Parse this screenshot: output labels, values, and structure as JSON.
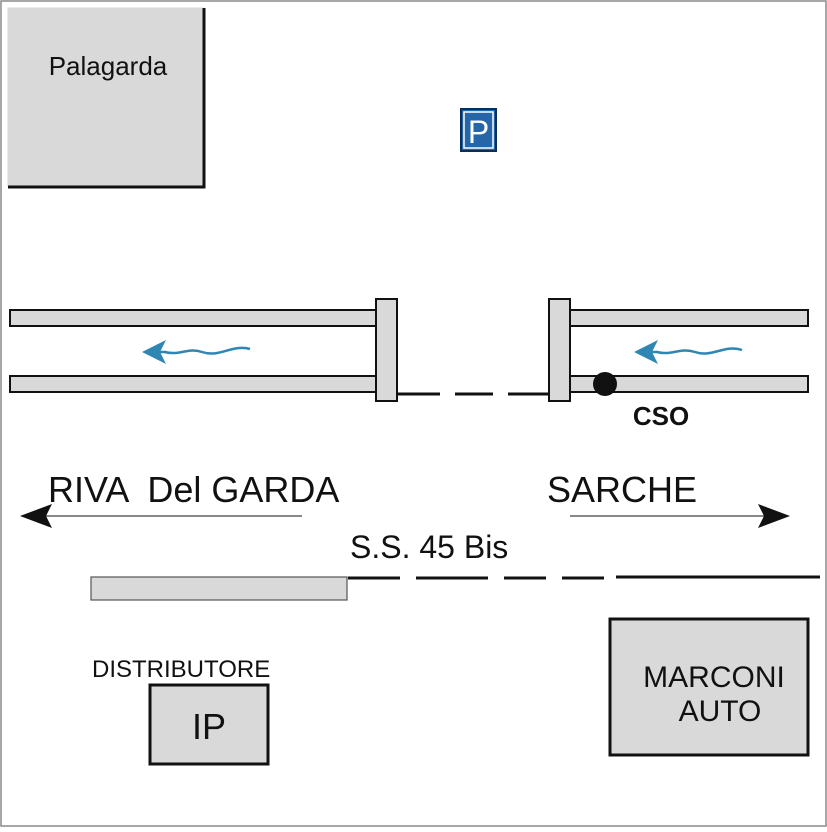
{
  "buildings": {
    "palagarda": "Palagarda",
    "marconi_line1": "MARCONI",
    "marconi_line2": "AUTO",
    "ip": "IP",
    "distributore": "DISTRIBUTORE"
  },
  "parking": {
    "letter": "P"
  },
  "labels": {
    "cso": "CSO",
    "riva": "RIVA  Del GARDA",
    "sarche": "SARCHE",
    "road": "S.S. 45 Bis"
  },
  "colors": {
    "building_fill": "#d9d9d9",
    "outline": "#1a1a1a",
    "water_arrow": "#2f86b3",
    "parking_sign": "#2466a8"
  },
  "icons": {
    "parking": "parking-sign-icon",
    "flow": "water-flow-arrow-icon",
    "direction": "direction-arrow-icon",
    "cso_point": "cso-point-icon"
  }
}
